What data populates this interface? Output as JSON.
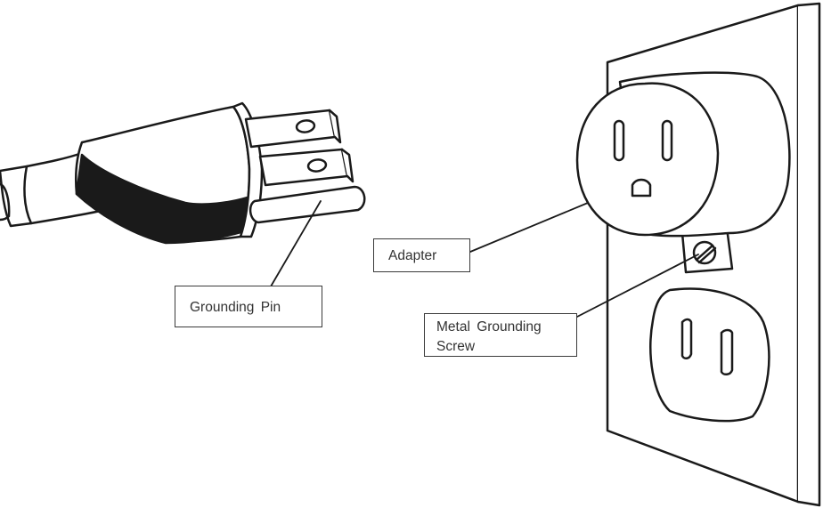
{
  "labels": {
    "adapter": "Adapter",
    "grounding_pin": "Grounding  Pin",
    "metal_grounding_screw_line1": "Metal  Grounding",
    "metal_grounding_screw_line2": "Screw"
  },
  "colors": {
    "line": "#1a1a1a",
    "fill": "#ffffff",
    "text": "#333333"
  }
}
